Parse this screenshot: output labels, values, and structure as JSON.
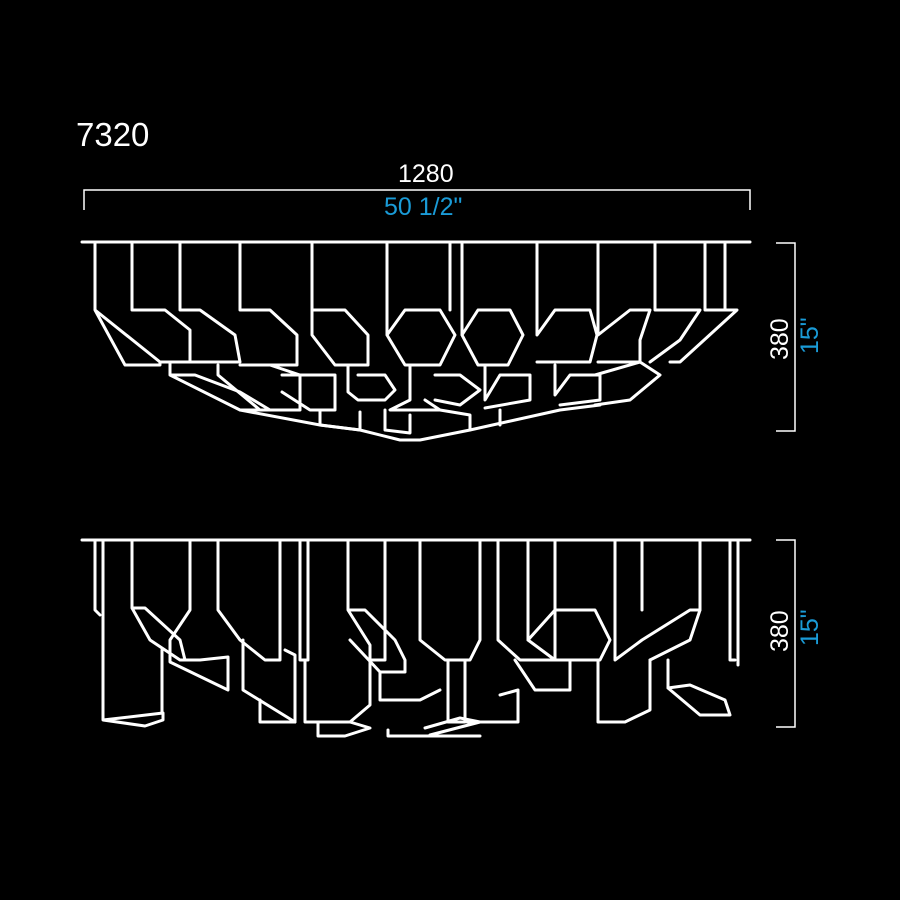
{
  "title": "7320",
  "width_dimension": {
    "mm": "1280",
    "inches": "50 1/2\""
  },
  "views": [
    {
      "name": "front-view",
      "height_mm": "380",
      "height_in": "15\""
    },
    {
      "name": "side-view",
      "height_mm": "380",
      "height_in": "15\""
    }
  ],
  "colors": {
    "background": "#000000",
    "lines": "#ffffff",
    "imperial": "#1a9bd7"
  }
}
